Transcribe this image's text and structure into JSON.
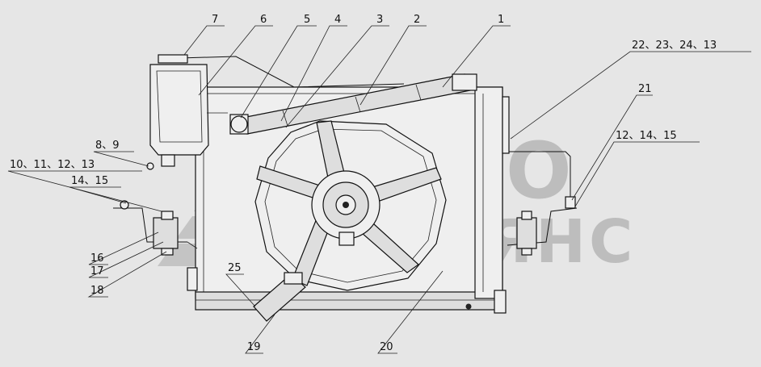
{
  "watermark": {
    "line1": "АВТО",
    "line2": "АЛЬЯНС"
  },
  "callouts": [
    {
      "id": "c7",
      "text": "7"
    },
    {
      "id": "c6",
      "text": "6"
    },
    {
      "id": "c5",
      "text": "5"
    },
    {
      "id": "c4",
      "text": "4"
    },
    {
      "id": "c3",
      "text": "3"
    },
    {
      "id": "c2",
      "text": "2"
    },
    {
      "id": "c1",
      "text": "1"
    },
    {
      "id": "c22",
      "text": "22、23、24、13"
    },
    {
      "id": "c21",
      "text": "21"
    },
    {
      "id": "c12",
      "text": "12、14、15"
    },
    {
      "id": "c8",
      "text": "8、9"
    },
    {
      "id": "c10",
      "text": "10、11、12、13"
    },
    {
      "id": "c14",
      "text": "14、15"
    },
    {
      "id": "c16",
      "text": "16"
    },
    {
      "id": "c17",
      "text": "17"
    },
    {
      "id": "c18",
      "text": "18"
    },
    {
      "id": "c25",
      "text": "25"
    },
    {
      "id": "c19",
      "text": "19"
    },
    {
      "id": "c20",
      "text": "20"
    }
  ]
}
